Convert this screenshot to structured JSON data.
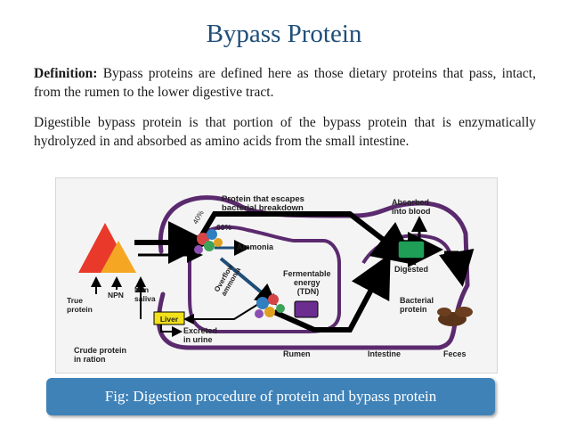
{
  "slide": {
    "title": "Bypass Protein",
    "definition_label": "Definition:",
    "definition_text": " Bypass proteins are defined here as those dietary proteins that pass, intact, from the rumen to the lower digestive tract.",
    "paragraph2": "Digestible bypass protein is that portion of the bypass protein that is enzymatically hydrolyzed in and absorbed as amino acids from the small intestine."
  },
  "diagram": {
    "escape_line1": "Protein that escapes",
    "escape_line2": "bacterial breakdown",
    "pct40": "40%",
    "pct60": "60%",
    "ammonia": "Ammonia",
    "overflow_line1": "Overflow",
    "overflow_line2": "ammonia",
    "ferm_line1": "Fermentable",
    "ferm_line2": "energy",
    "ferm_line3": "(TDN)",
    "absorbed_line1": "Absorbed",
    "absorbed_line2": "into blood",
    "digested": "Digested",
    "bact_line1": "Bacterial",
    "bact_line2": "protein",
    "true_line1": "True",
    "true_line2": "protein",
    "npn": "NPN",
    "nin_line1": "N in",
    "nin_line2": "saliva",
    "liver": "Liver",
    "excreted_line1": "Excreted",
    "excreted_line2": "in urine",
    "crude_line1": "Crude protein",
    "crude_line2": "in ration",
    "rumen": "Rumen",
    "intestine": "Intestine",
    "feces": "Feces"
  },
  "caption": "Fig: Digestion procedure of  protein and bypass protein",
  "colors": {
    "title": "#1f4e79",
    "caption_bg": "#3f82b8",
    "tract": "#5b2a6e",
    "ammonia_arrow": "#1f4e79",
    "triangle_red": "#e8392a",
    "triangle_orange": "#f5a623",
    "digested_box": "#1e9e57",
    "tdn_box": "#6b2d8f",
    "liver_box": "#f2e11a",
    "feces": "#5a3418"
  }
}
